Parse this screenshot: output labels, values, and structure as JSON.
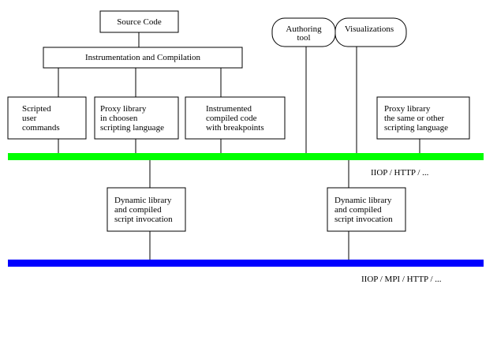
{
  "nodes": {
    "source_code": [
      "Source Code"
    ],
    "instrumentation": [
      "Instrumentation and Compilation"
    ],
    "authoring_tool": [
      "Authoring",
      "tool"
    ],
    "visualizations": [
      "Visualizations"
    ],
    "scripted_user_commands": [
      "Scripted",
      "user",
      "commands"
    ],
    "proxy_library_chosen": [
      "Proxy library",
      "in choosen",
      "scripting language"
    ],
    "instrumented_code": [
      "Instrumented",
      "compiled code",
      "with breakpoints"
    ],
    "proxy_library_other": [
      "Proxy library",
      "the same or other",
      "scripting language"
    ],
    "dynamic_library_left": [
      "Dynamic library",
      "and compiled",
      "script invocation"
    ],
    "dynamic_library_right": [
      "Dynamic library",
      "and compiled",
      "script invocation"
    ]
  },
  "buses": {
    "green": {
      "label": "IIOP / HTTP / ...",
      "color": "#00ff00"
    },
    "blue": {
      "label": "IIOP / MPI / HTTP / ...",
      "color": "#0000ff"
    }
  }
}
